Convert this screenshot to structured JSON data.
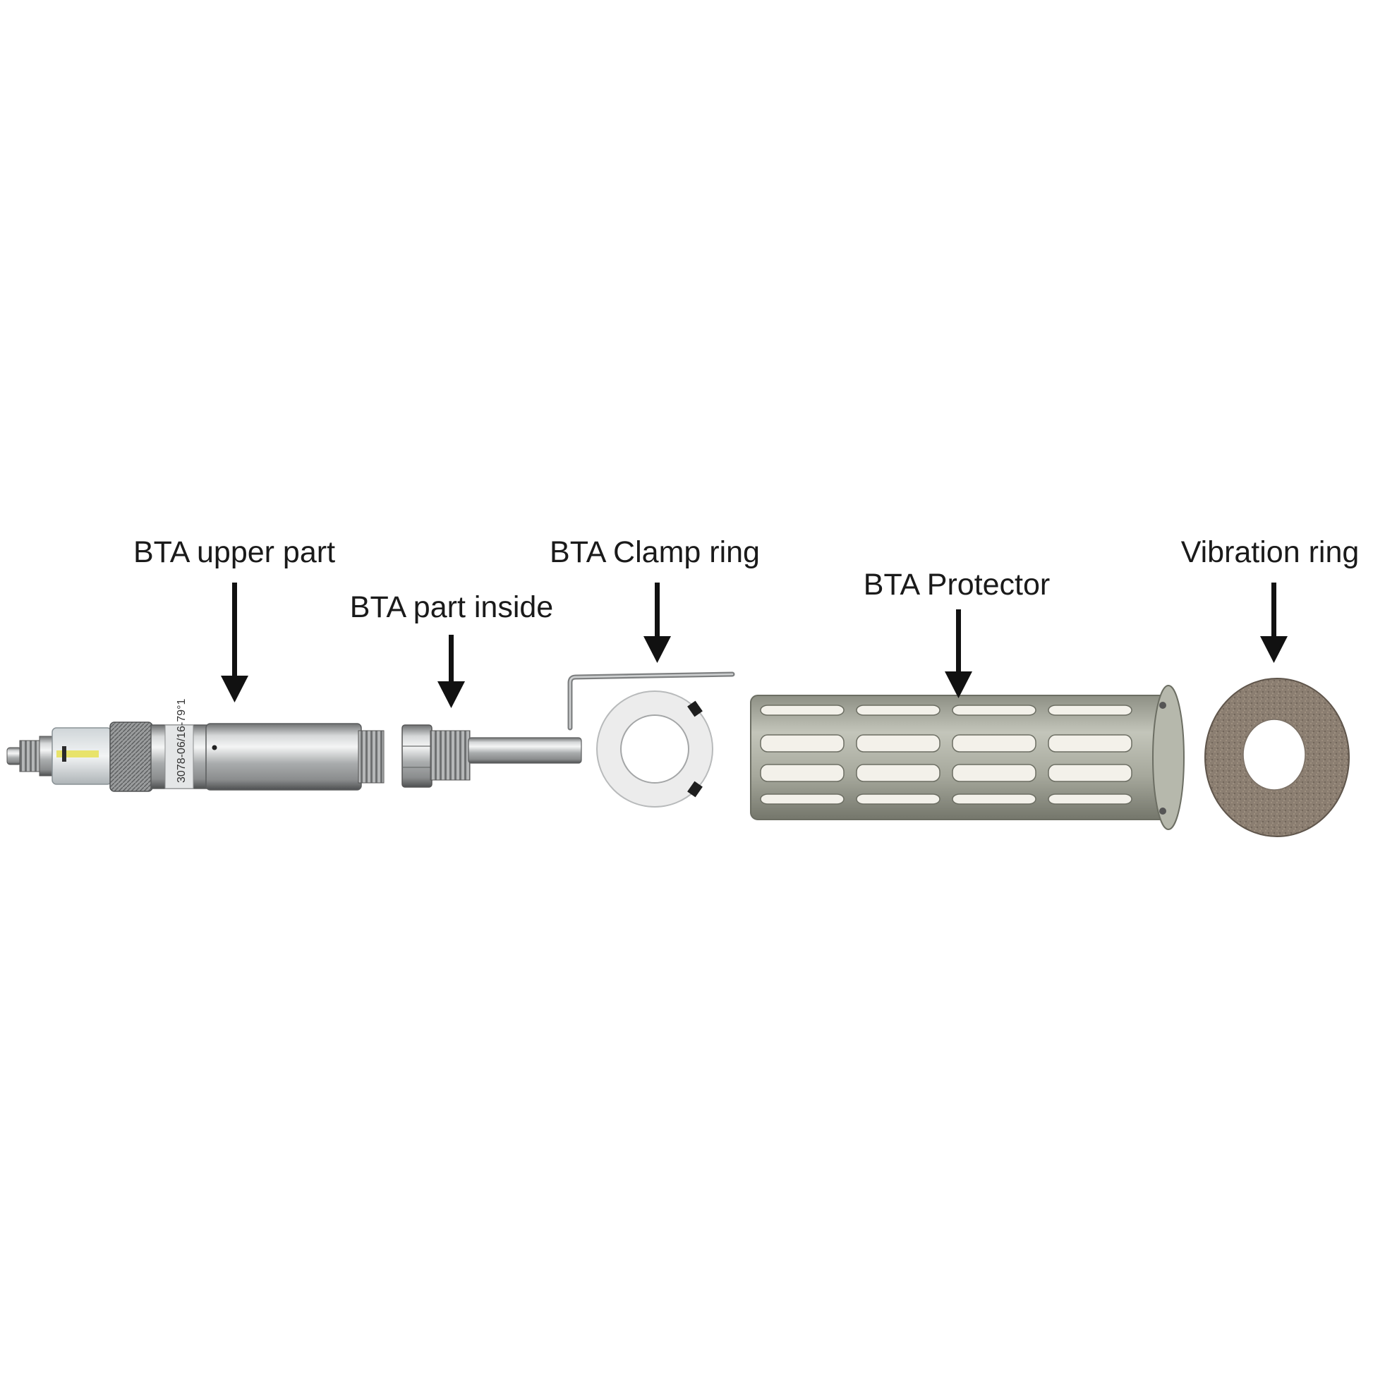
{
  "labels": {
    "upper_part": "BTA upper part",
    "part_inside": "BTA part inside",
    "clamp_ring": "BTA Clamp ring",
    "protector": "BTA Protector",
    "vibration_ring": "Vibration ring"
  },
  "serial_marking": "3078-06/16-79°1",
  "colors": {
    "text": "#1a1a1a",
    "arrow": "#111111",
    "steel": "#b9bcbd",
    "protector_steel": "#a9ab9f",
    "vibration_ring": "#8a7d70"
  }
}
